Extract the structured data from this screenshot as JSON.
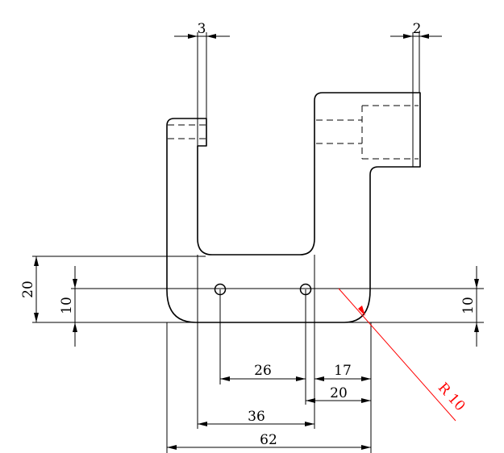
{
  "colors": {
    "line": "#000000",
    "background": "#ffffff",
    "radius_annotation": "#ff0000"
  },
  "dimensions": {
    "top_left_width": "3",
    "top_right_width": "2",
    "left_outer_height": "20",
    "left_inner_height": "10",
    "right_height": "10",
    "hole_spacing": "26",
    "right_hole_to_edge": "17",
    "slot_right_to_edge": "20",
    "slot_width": "36",
    "overall_width": "62",
    "corner_radius": "R 10"
  }
}
